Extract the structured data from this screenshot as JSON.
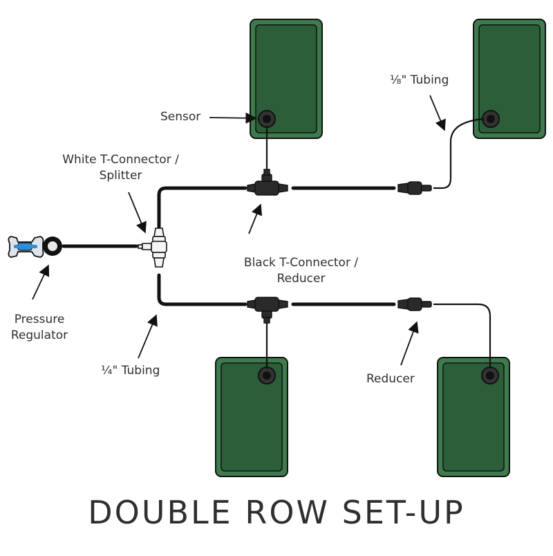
{
  "title": "DOUBLE ROW SET-UP",
  "labels": {
    "sensor": "Sensor",
    "eighth_tubing": "⅛\" Tubing",
    "white_t_line1": "White T-Connector /",
    "white_t_line2": "Splitter",
    "black_t_line1": "Black T-Connector /",
    "black_t_line2": "Reducer",
    "pressure_line1": "Pressure",
    "pressure_line2": "Regulator",
    "quarter_tubing": "¼\" Tubing",
    "reducer": "Reducer"
  },
  "colors": {
    "tray_fill": "#2c5e3a",
    "tray_rim": "#3d7a4c",
    "tube": "#111111",
    "regulator_blue": "#2f8fd6",
    "text": "#2e2e2e"
  }
}
